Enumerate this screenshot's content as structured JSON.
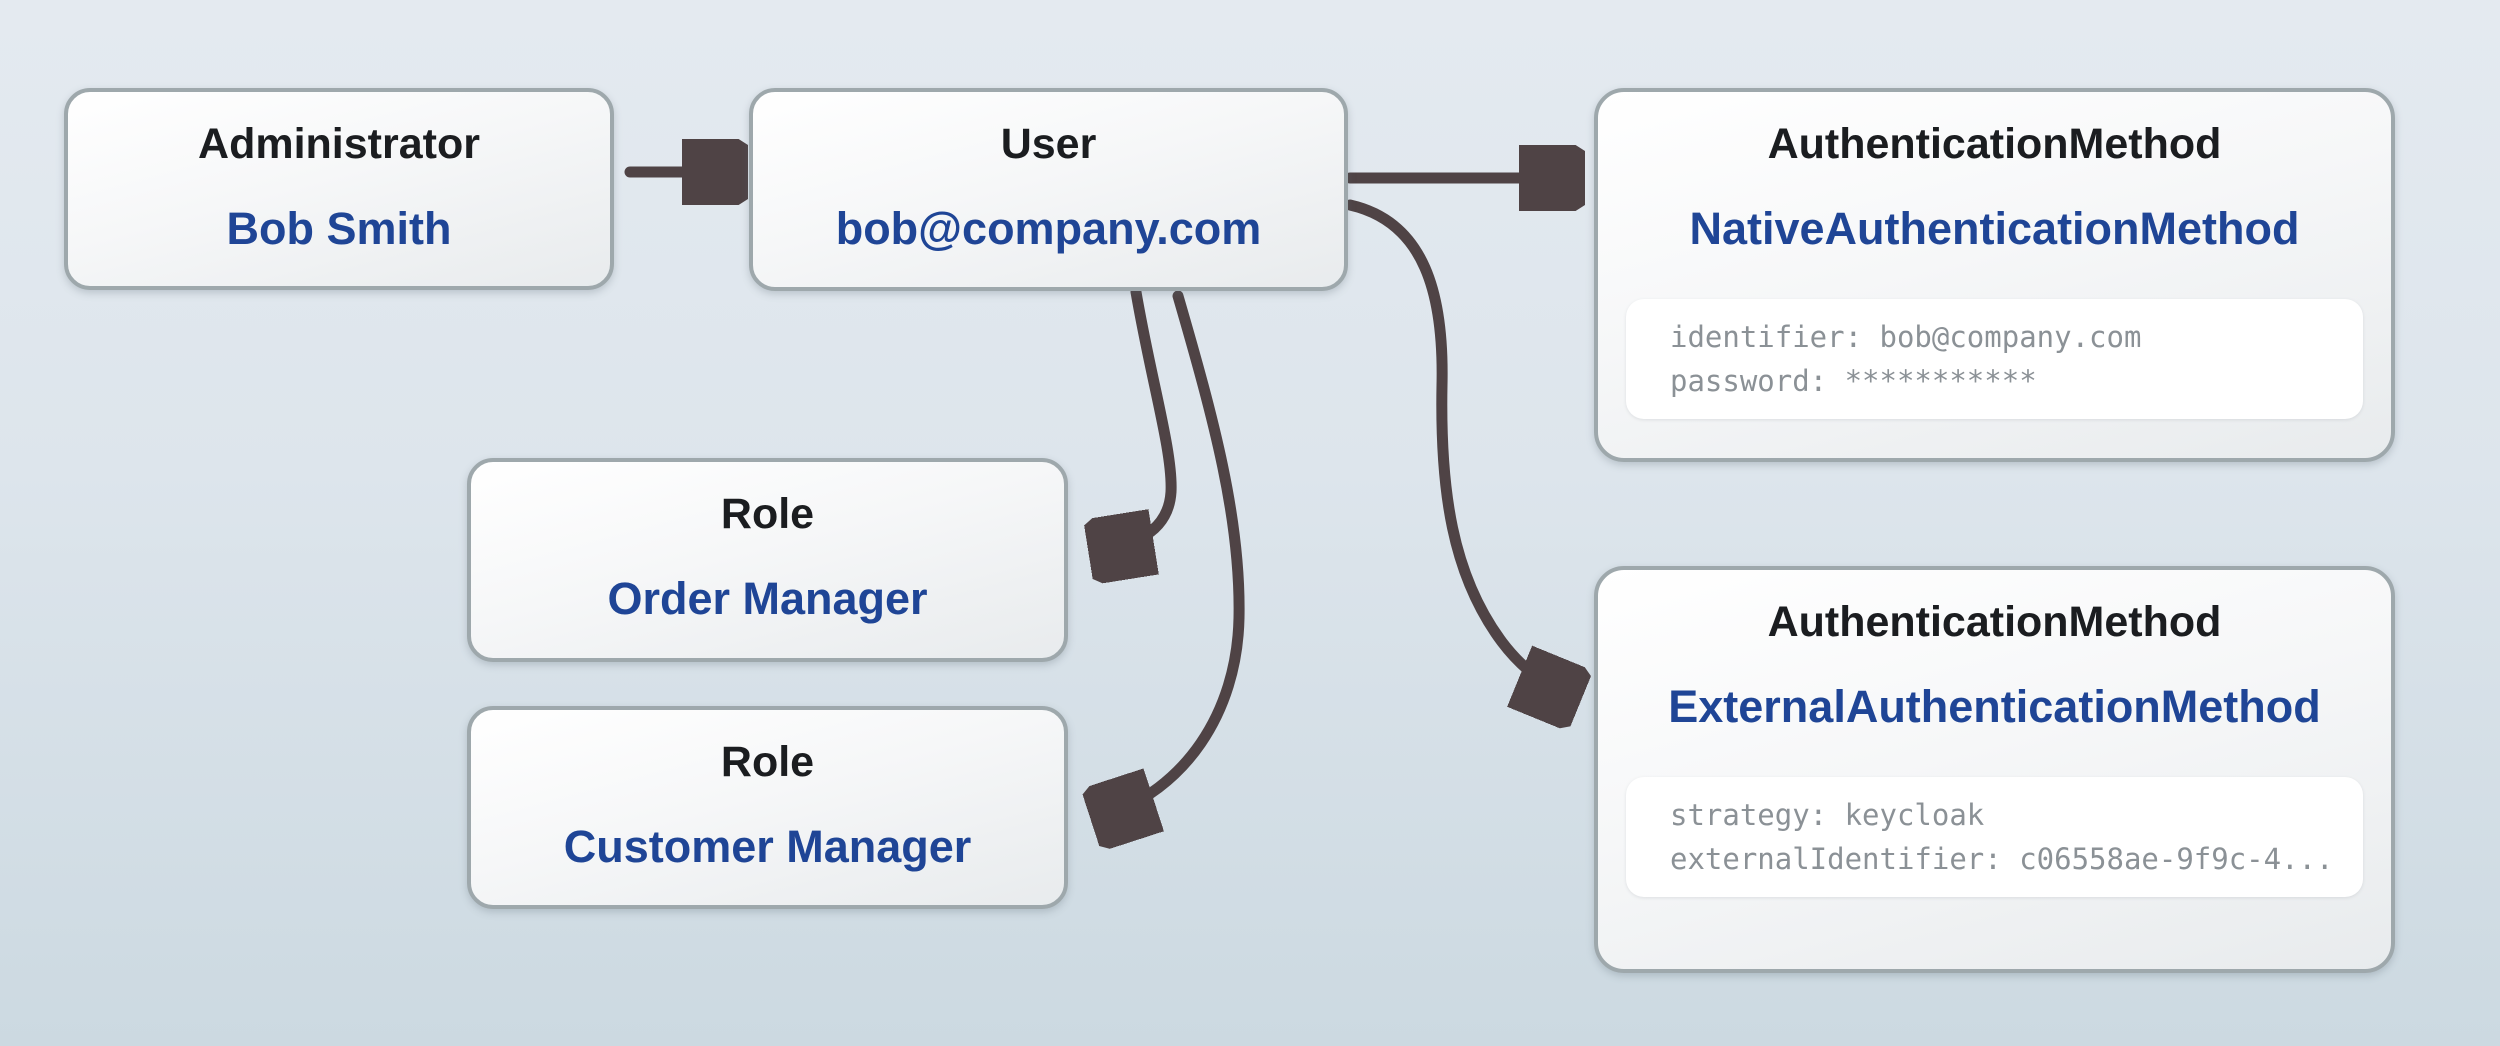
{
  "colors": {
    "background_top": "#e4eaf0",
    "background_bottom": "#ccd9e1",
    "accent_blue": "#1f4596",
    "title_black": "#1b1d20",
    "arrow": "#4f4345",
    "node_border": "#9ea8ac",
    "property_text": "#8b9196"
  },
  "diagram": {
    "nodes": {
      "administrator": {
        "type_label": "Administrator",
        "value": "Bob Smith"
      },
      "user": {
        "type_label": "User",
        "value": "bob@company.com"
      },
      "role_order": {
        "type_label": "Role",
        "value": "Order Manager"
      },
      "role_customer": {
        "type_label": "Role",
        "value": "Customer Manager"
      },
      "native_auth": {
        "type_label": "AuthenticationMethod",
        "value": "NativeAuthenticationMethod",
        "properties": [
          "identifier: bob@company.com",
          "password: ***********"
        ]
      },
      "external_auth": {
        "type_label": "AuthenticationMethod",
        "value": "ExternalAuthenticationMethod",
        "properties": [
          "strategy: keycloak",
          "externalIdentifier: c06558ae-9f9c-4..."
        ]
      }
    },
    "edges": [
      {
        "from": "administrator",
        "to": "user"
      },
      {
        "from": "user",
        "to": "native_auth"
      },
      {
        "from": "user",
        "to": "external_auth"
      },
      {
        "from": "user",
        "to": "role_order"
      },
      {
        "from": "user",
        "to": "role_customer"
      }
    ]
  }
}
